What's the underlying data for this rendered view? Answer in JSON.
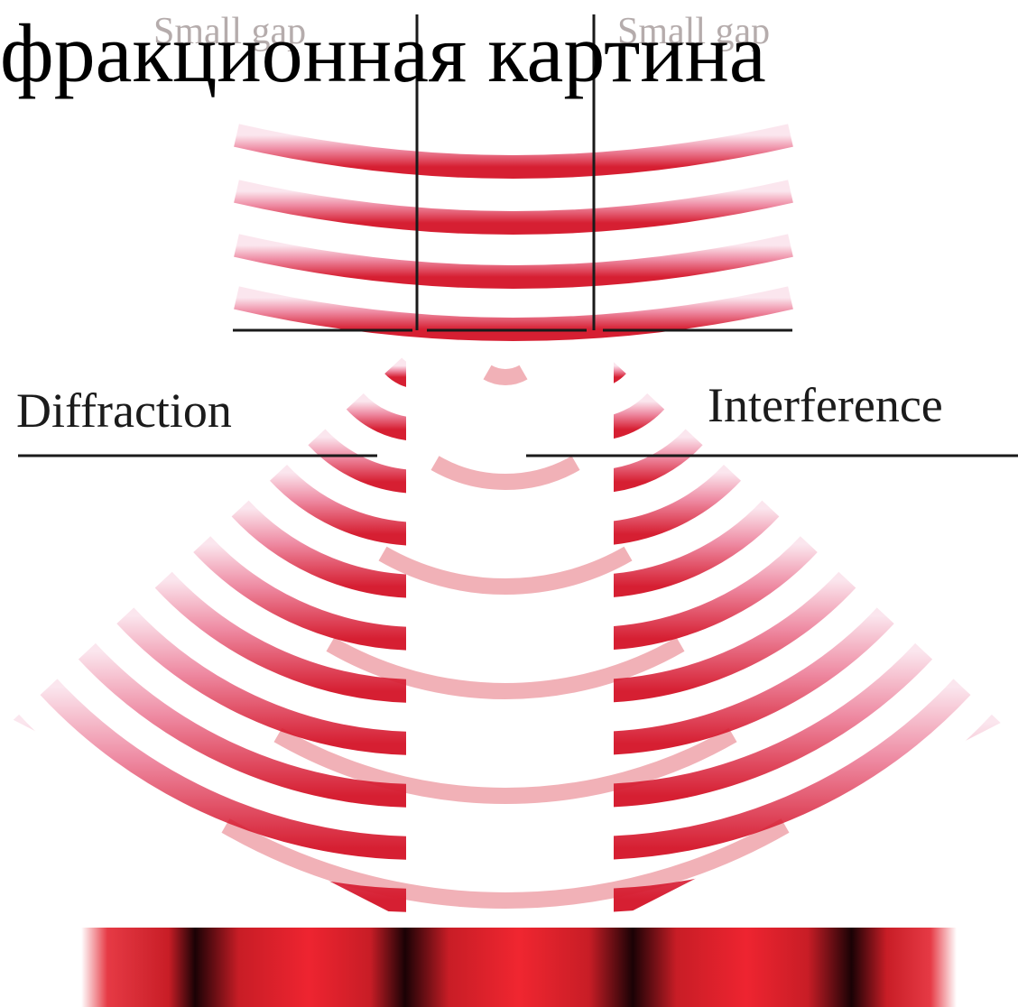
{
  "title": "фракционная картина",
  "gap_labels": [
    "Small gap",
    "Small gap"
  ],
  "labels": {
    "diffraction": "Diffraction",
    "interference": "Interference"
  },
  "colors": {
    "wave_dark": "#d61f32",
    "wave_light": "#fbe6ee",
    "fringe_bright": "#e8202a",
    "fringe_dark": "#1a0205",
    "line": "#1a1a1a"
  }
}
